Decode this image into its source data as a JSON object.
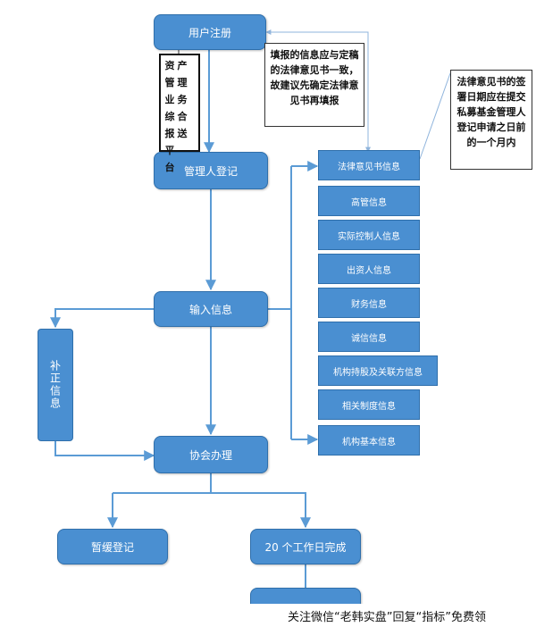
{
  "boxes": {
    "register": "用户注册",
    "manager_register": "管理人登记",
    "input_info": "输入信息",
    "supplement_info": "补正信息",
    "association": "协会办理",
    "suspend": "暂缓登记",
    "complete_20_days": "20 个工作日完成"
  },
  "info_items": [
    "法律意见书信息",
    "高管信息",
    "实际控制人信息",
    "出资人信息",
    "财务信息",
    "诚信信息",
    "机构持股及关联方信息",
    "相关制度信息",
    "机构基本信息"
  ],
  "notes": {
    "platform_col1": "资管业综报平台",
    "platform_col2": "产理务合送",
    "legal_opinion_consistency": "填报的信息应与定稿的法律意见书一致，故建议先确定法律意见书再填报",
    "legal_opinion_date": "法律意见书的签署日期应在提交私募基金管理人登记申请之日前的一个月内"
  },
  "watermark": "关注微信“老韩实盘”回复“指标”免费领",
  "colors": {
    "box_fill": "#4a8fd1",
    "box_border": "#2f6fab",
    "arrow": "#5b9bd5",
    "connector": "#8fb4dc"
  }
}
